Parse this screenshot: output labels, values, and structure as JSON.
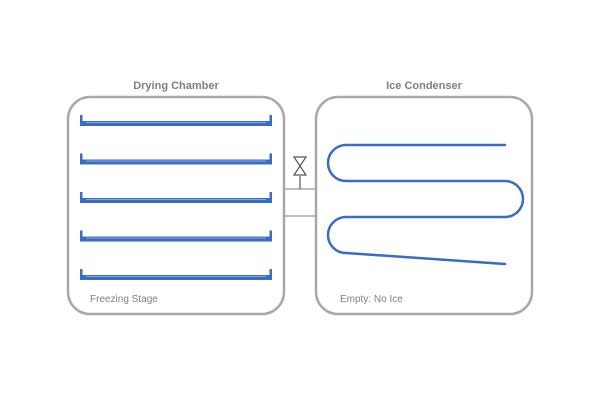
{
  "chamber": {
    "title": "Drying Chamber",
    "status": "Freezing Stage",
    "shelf_count": 5,
    "shelf_color": "#3a6cc6"
  },
  "condenser": {
    "title": "Ice Condenser",
    "status": "Empty: No Ice",
    "coil_color": "#3a6cc6"
  },
  "connector": {
    "valve_icon": "valve-icon"
  },
  "colors": {
    "outline": "#a9a9a9",
    "text": "#7f7f7f",
    "blue": "#3a6cc6"
  }
}
